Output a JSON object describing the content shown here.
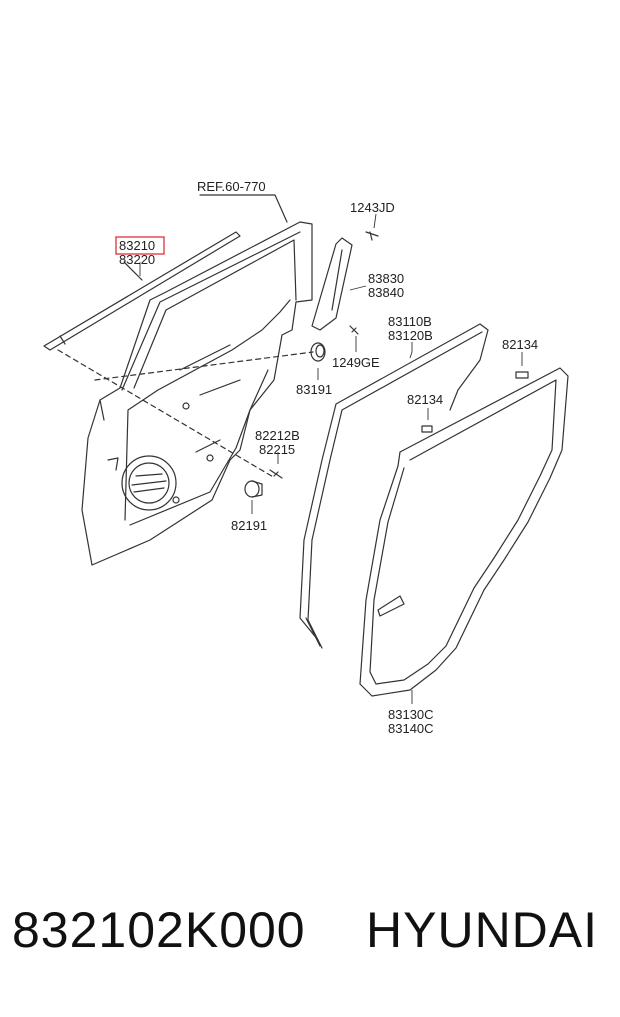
{
  "labels": {
    "ref": "REF.60-770",
    "part_83210": "83210",
    "part_83220": "83220",
    "part_1243JD": "1243JD",
    "part_83830": "83830",
    "part_83840": "83840",
    "part_83110B": "83110B",
    "part_83120B": "83120B",
    "part_82134_right": "82134",
    "part_83191": "83191",
    "part_1249GE": "1249GE",
    "part_82134_mid": "82134",
    "part_82212B": "82212B",
    "part_82215": "82215",
    "part_82191": "82191",
    "part_83130C": "83130C",
    "part_83140C": "83140C"
  },
  "highlight_color": "#e0303a",
  "caption": {
    "part_number": "832102K000",
    "brand": "HYUNDAI"
  }
}
